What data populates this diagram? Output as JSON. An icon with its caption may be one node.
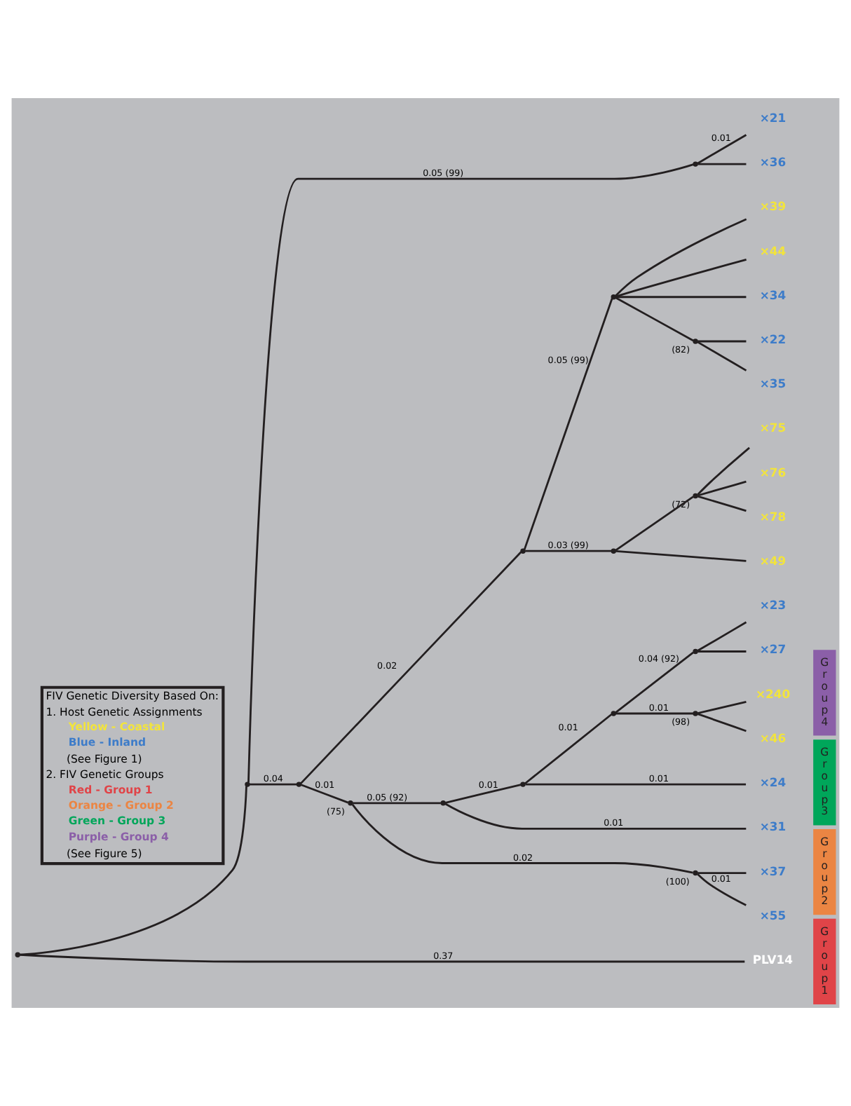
{
  "diagram": {
    "nodes": [
      {
        "text": [],
        "shape": "point"
      },
      {
        "text": [],
        "shape": "point"
      },
      {
        "text": [],
        "shape": "point"
      },
      {
        "text": [
          "×21"
        ]
      },
      {
        "text": [
          "×36"
        ]
      },
      {
        "text": [],
        "shape": "point"
      },
      {
        "text": [],
        "shape": "point"
      },
      {
        "text": [],
        "shape": "point"
      },
      {
        "text": [
          "×39"
        ]
      },
      {
        "text": [
          "×44"
        ]
      },
      {
        "text": [
          "×34"
        ]
      },
      {
        "text": [],
        "shape": "point",
        "beside": [
          "(82)"
        ]
      },
      {
        "text": [
          "×22"
        ]
      },
      {
        "text": [
          "×35"
        ]
      },
      {
        "text": [],
        "shape": "point"
      },
      {
        "text": [],
        "shape": "point",
        "beside": [
          "(72)"
        ]
      },
      {
        "text": [
          "×75"
        ]
      },
      {
        "text": [
          "×76"
        ]
      },
      {
        "text": [
          "×78"
        ]
      },
      {
        "text": [
          "×49"
        ]
      },
      {
        "text": [],
        "shape": "point",
        "beside": [
          "(75)"
        ]
      },
      {
        "text": [],
        "shape": "point"
      },
      {
        "text": [],
        "shape": "point"
      },
      {
        "text": [
          "×31"
        ]
      },
      {
        "text": [],
        "shape": "point"
      },
      {
        "text": [
          "×24"
        ]
      },
      {
        "text": [],
        "shape": "point"
      },
      {
        "text": [
          "×23"
        ]
      },
      {
        "text": [
          "×27"
        ]
      },
      {
        "text": [],
        "shape": "point",
        "beside": [
          "(98)"
        ]
      },
      {
        "text": [
          "×240"
        ]
      },
      {
        "text": [
          "×46"
        ]
      },
      {
        "text": [],
        "shape": "point",
        "beside": [
          "(100)"
        ]
      },
      {
        "text": [
          "×37"
        ]
      },
      {
        "text": [
          "×55"
        ]
      },
      {
        "text": [
          "PLV14"
        ]
      },
      {
        "text": [
          "Group 1"
        ]
      },
      {
        "text": [
          "Group 2"
        ]
      },
      {
        "text": [
          "Group 3"
        ]
      },
      {
        "text": [
          "Group 4"
        ]
      }
    ],
    "edges": [
      {
        "from": 0,
        "to": 1,
        "arrow": "none"
      },
      {
        "from": 0,
        "to": 35,
        "arrow": "none",
        "label": "0.37"
      },
      {
        "from": 1,
        "to": 2,
        "arrow": "none",
        "label": "0.05 (99)"
      },
      {
        "from": 2,
        "to": 3,
        "arrow": "none",
        "label": "0.01"
      },
      {
        "from": 2,
        "to": 4,
        "arrow": "none"
      },
      {
        "from": 1,
        "to": 5,
        "arrow": "none",
        "label": "0.04"
      },
      {
        "from": 5,
        "to": 6,
        "arrow": "none",
        "label": "0.02"
      },
      {
        "from": 6,
        "to": 7,
        "arrow": "none",
        "label": "0.05 (99)"
      },
      {
        "from": 7,
        "to": 8,
        "arrow": "none"
      },
      {
        "from": 7,
        "to": 9,
        "arrow": "none"
      },
      {
        "from": 7,
        "to": 10,
        "arrow": "none"
      },
      {
        "from": 7,
        "to": 11,
        "arrow": "none"
      },
      {
        "from": 11,
        "to": 12,
        "arrow": "none"
      },
      {
        "from": 11,
        "to": 13,
        "arrow": "none"
      },
      {
        "from": 6,
        "to": 14,
        "arrow": "none",
        "label": "0.03 (99)"
      },
      {
        "from": 14,
        "to": 15,
        "arrow": "none"
      },
      {
        "from": 15,
        "to": 16,
        "arrow": "none"
      },
      {
        "from": 15,
        "to": 17,
        "arrow": "none"
      },
      {
        "from": 15,
        "to": 18,
        "arrow": "none"
      },
      {
        "from": 14,
        "to": 19,
        "arrow": "none"
      },
      {
        "from": 5,
        "to": 20,
        "arrow": "none",
        "label": "0.01"
      },
      {
        "from": 20,
        "to": 21,
        "arrow": "none",
        "label": "0.05 (92)"
      },
      {
        "from": 21,
        "to": 22,
        "arrow": "none",
        "label": "0.01"
      },
      {
        "from": 21,
        "to": 23,
        "arrow": "none",
        "label": "0.01"
      },
      {
        "from": 22,
        "to": 24,
        "arrow": "none",
        "label": "0.01"
      },
      {
        "from": 22,
        "to": 25,
        "arrow": "none",
        "label": "0.01"
      },
      {
        "from": 24,
        "to": 26,
        "arrow": "none",
        "label": "0.04 (92)"
      },
      {
        "from": 26,
        "to": 27,
        "arrow": "none"
      },
      {
        "from": 26,
        "to": 28,
        "arrow": "none"
      },
      {
        "from": 24,
        "to": 29,
        "arrow": "none",
        "label": "0.01"
      },
      {
        "from": 29,
        "to": 30,
        "arrow": "none"
      },
      {
        "from": 29,
        "to": 31,
        "arrow": "none"
      },
      {
        "from": 20,
        "to": 32,
        "arrow": "none",
        "label": "0.02"
      },
      {
        "from": 32,
        "to": 33,
        "arrow": "none"
      },
      {
        "from": 32,
        "to": 34,
        "arrow": "none",
        "label": "0.01"
      }
    ],
    "labels": [
      "FIV Genetic Diversity Based On:",
      "1. Host Genetic Assignments",
      "(See Figure 1)",
      "2. FIV Genetic Groups",
      "(See Figure 5)"
    ],
    "legend": [
      {
        "text": "Yellow - Coastal",
        "color": "#f2e43c"
      },
      {
        "text": "Blue - Inland",
        "color": "#3d7cc9"
      },
      {
        "text": "Red - Group 1",
        "color": "#e04448"
      },
      {
        "text": "Orange - Group 2",
        "color": "#eb8543"
      },
      {
        "text": "Green - Group 3",
        "color": "#00a65a"
      },
      {
        "text": "Purple - Group 4",
        "color": "#8b5fa8"
      }
    ]
  }
}
